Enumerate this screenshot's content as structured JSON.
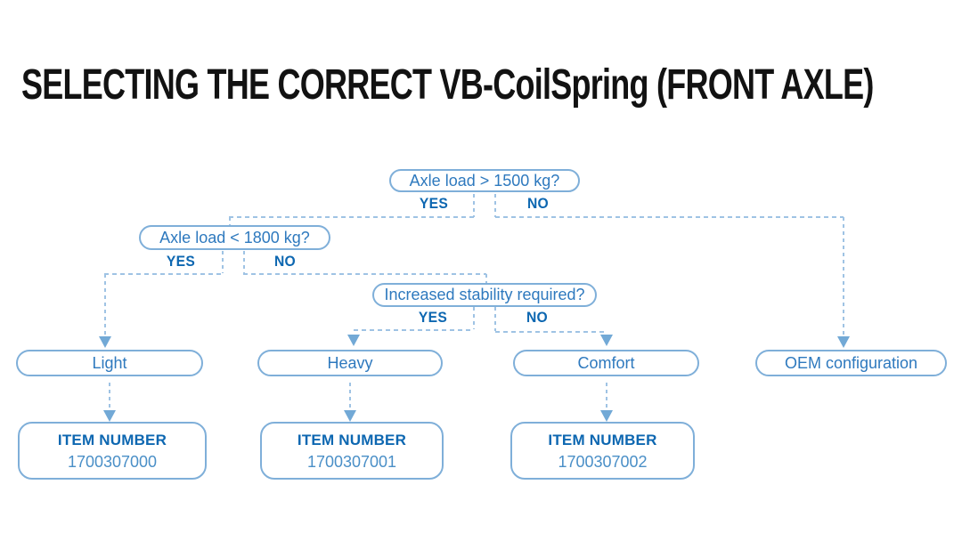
{
  "title": "SELECTING THE CORRECT VB-CoilSpring (FRONT AXLE)",
  "flowchart": {
    "decisions": [
      {
        "question": "Axle load > 1500 kg?",
        "yes_label": "YES",
        "no_label": "NO"
      },
      {
        "question": "Axle load < 1800 kg?",
        "yes_label": "YES",
        "no_label": "NO"
      },
      {
        "question": "Increased stability required?",
        "yes_label": "YES",
        "no_label": "NO"
      }
    ],
    "outcomes": [
      {
        "label": "Light",
        "item_number_label": "ITEM NUMBER",
        "item_number": "1700307000"
      },
      {
        "label": "Heavy",
        "item_number_label": "ITEM NUMBER",
        "item_number": "1700307001"
      },
      {
        "label": "Comfort",
        "item_number_label": "ITEM NUMBER",
        "item_number": "1700307002"
      },
      {
        "label": "OEM configuration"
      }
    ]
  },
  "colors": {
    "box-border": "#7fafd9",
    "box-text": "#2e79be",
    "label-strong": "#0d67b1",
    "item-number-text": "#4a8fc7",
    "dash-line": "#9fc3e4",
    "arrow": "#72a9d6",
    "title-text": "#121212",
    "bg": "#ffffff"
  }
}
